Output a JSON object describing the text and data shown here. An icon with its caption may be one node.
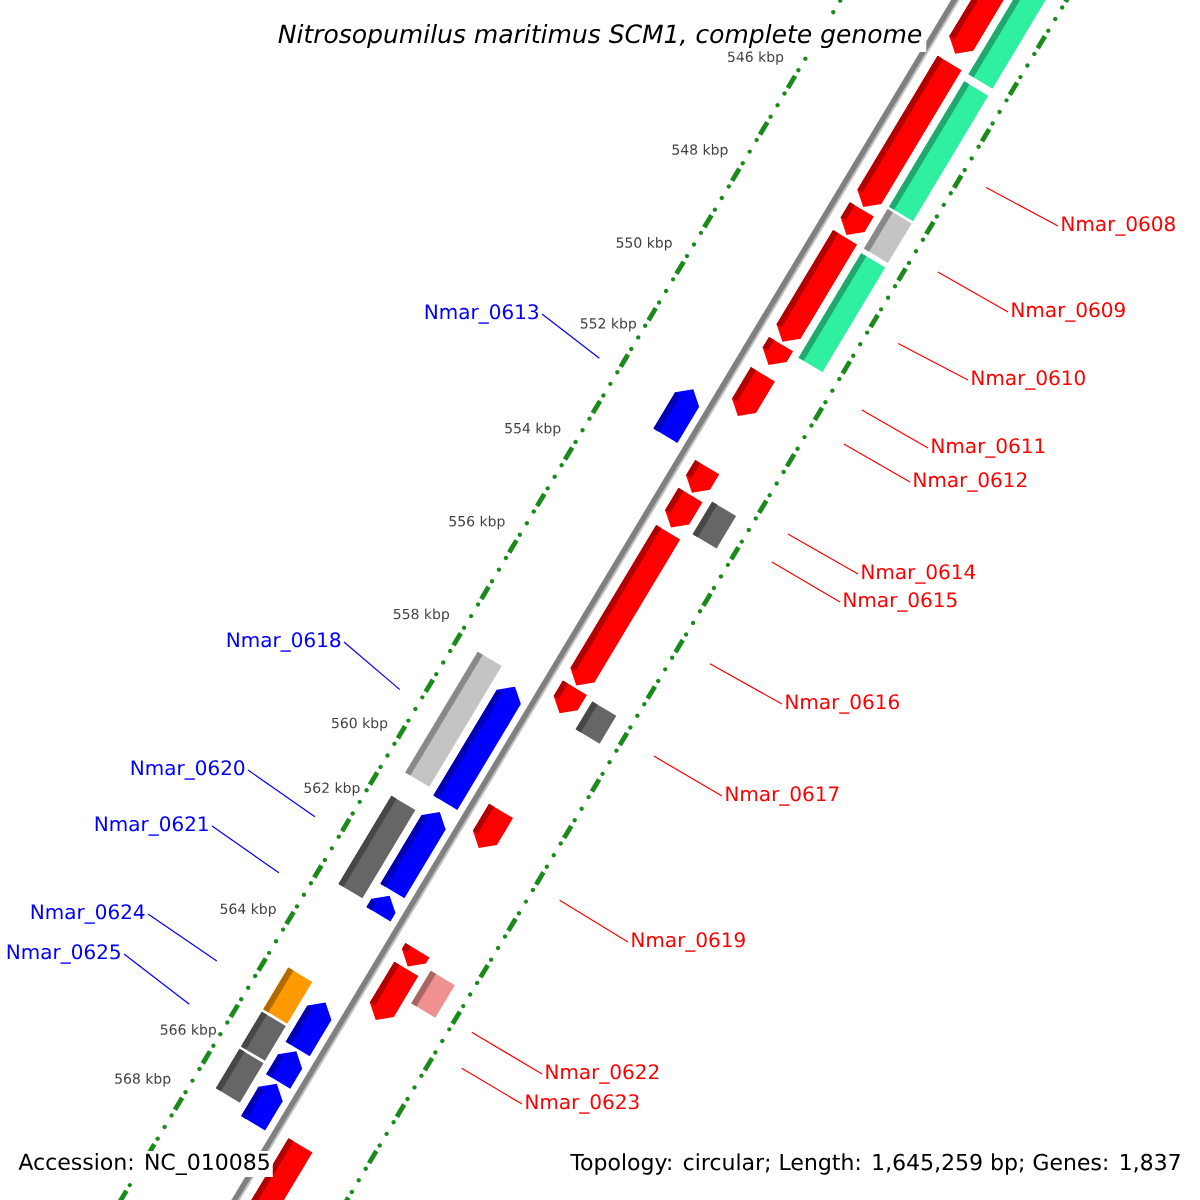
{
  "diagram": {
    "title": "Nitrosopumilus maritimus SCM1, complete genome",
    "nodes": [
      {
        "text": [
          "Nmar_0608"
        ]
      },
      {
        "text": [
          "Nmar_0609"
        ]
      },
      {
        "text": [
          "Nmar_0610"
        ]
      },
      {
        "text": [
          "Nmar_0613"
        ]
      },
      {
        "text": [
          "Nmar_0611"
        ]
      },
      {
        "text": [
          "Nmar_0612"
        ]
      },
      {
        "text": [
          "Nmar_0614"
        ]
      },
      {
        "text": [
          "Nmar_0615"
        ]
      },
      {
        "text": [
          "Nmar_0618"
        ]
      },
      {
        "text": [
          "Nmar_0616"
        ]
      },
      {
        "text": [
          "Nmar_0620"
        ]
      },
      {
        "text": [
          "Nmar_0617"
        ]
      },
      {
        "text": [
          "Nmar_0621"
        ]
      },
      {
        "text": [
          "Nmar_0624"
        ]
      },
      {
        "text": [
          "Nmar_0619"
        ]
      },
      {
        "text": [
          "Nmar_0625"
        ]
      },
      {
        "text": [
          "Nmar_0622"
        ]
      },
      {
        "text": [
          "Nmar_0623"
        ]
      }
    ],
    "edges": [
      {
        "from": 0,
        "to": null,
        "arrow": "none"
      },
      {
        "from": 1,
        "to": null,
        "arrow": "none"
      },
      {
        "from": 2,
        "to": null,
        "arrow": "none"
      },
      {
        "from": 3,
        "to": null,
        "arrow": "none",
        "color": "#0000ff"
      },
      {
        "from": 4,
        "to": null,
        "arrow": "none"
      },
      {
        "from": 5,
        "to": null,
        "arrow": "none"
      },
      {
        "from": 6,
        "to": null,
        "arrow": "none"
      },
      {
        "from": 7,
        "to": null,
        "arrow": "none"
      },
      {
        "from": 8,
        "to": null,
        "arrow": "none",
        "color": "#0000ff"
      },
      {
        "from": 9,
        "to": null,
        "arrow": "none"
      },
      {
        "from": 10,
        "to": null,
        "arrow": "none",
        "color": "#0000ff"
      },
      {
        "from": 11,
        "to": null,
        "arrow": "none"
      },
      {
        "from": 12,
        "to": null,
        "arrow": "none",
        "color": "#0000ff"
      },
      {
        "from": 13,
        "to": null,
        "arrow": "none",
        "color": "#0000ff"
      },
      {
        "from": 14,
        "to": null,
        "arrow": "none"
      },
      {
        "from": 15,
        "to": null,
        "arrow": "none",
        "color": "#0000ff"
      },
      {
        "from": 16,
        "to": null,
        "arrow": "none"
      },
      {
        "from": 17,
        "to": null,
        "arrow": "none"
      }
    ],
    "labels": [
      "546 kbp",
      "548 kbp",
      "550 kbp",
      "552 kbp",
      "554 kbp",
      "556 kbp",
      "558 kbp",
      "560 kbp",
      "562 kbp",
      "564 kbp",
      "566 kbp",
      "568 kbp",
      "Accession: NC_010085",
      "Topology: circular; Length: 1,645,259 bp; Genes: 1,837"
    ]
  }
}
